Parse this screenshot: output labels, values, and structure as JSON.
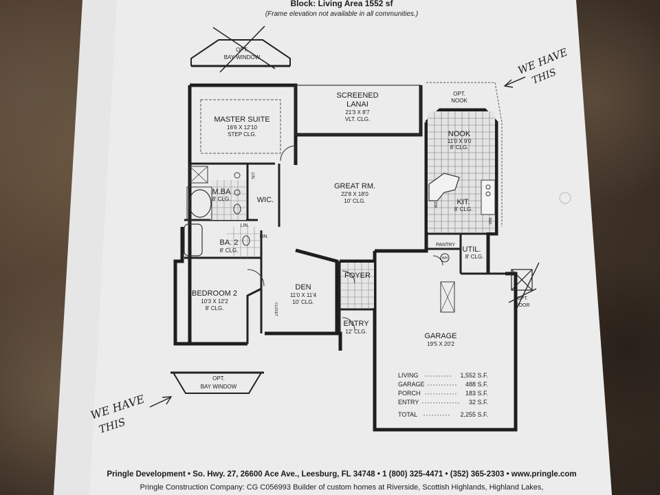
{
  "header": {
    "block_line": "Block: Living Area 1552 sf",
    "frame_note": "(Frame elevation not available in all communities.)"
  },
  "rooms": {
    "master_suite": {
      "name": "MASTER SUITE",
      "dims": "16'6 X 12'10",
      "ceiling": "STEP CLG."
    },
    "screened_lanai": {
      "name1": "SCREENED",
      "name2": "LANAI",
      "dims": "21'3 X 8'7",
      "ceiling": "VLT. CLG."
    },
    "opt_nook": {
      "line1": "OPT.",
      "line2": "NOOK"
    },
    "nook": {
      "name": "NOOK",
      "dims": "11'0 X 9'0",
      "ceiling": "8' CLG."
    },
    "great_rm": {
      "name": "GREAT RM.",
      "dims": "22'8 X 18'0",
      "ceiling": "10' CLG."
    },
    "mba": {
      "name": "M.BA",
      "ceiling": "8' CLG."
    },
    "wic": {
      "name": "WIC."
    },
    "kit": {
      "name": "KIT.",
      "ceiling": "8' CLG."
    },
    "ba2": {
      "name": "BA. 2",
      "ceiling": "8' CLG."
    },
    "lin1": "LIN.",
    "lin2": "LIN.",
    "lin3": "LIN.",
    "pantry": "PANTRY",
    "util": {
      "name": "UTIL.",
      "ceiling": "8' CLG."
    },
    "wh": "WH",
    "bedroom2": {
      "name": "BEDROOM 2",
      "dims": "10'3 X 12'2",
      "ceiling": "8' CLG."
    },
    "den": {
      "name": "DEN",
      "dims": "11'0 X 11'4",
      "ceiling": "10' CLG."
    },
    "foyer": {
      "name": "FOYER"
    },
    "entry": {
      "name": "ENTRY",
      "ceiling": "12' CLG."
    },
    "garage": {
      "name": "GARAGE",
      "dims": "19'5 X 20'2"
    },
    "closet": "CLOSET",
    "ref": "REF.",
    "dw": "DW"
  },
  "options": {
    "bay_top": {
      "line1": "OPT.",
      "line2": "BAY WINDOW"
    },
    "bay_bottom": {
      "line1": "OPT.",
      "line2": "BAY WINDOW"
    },
    "opt_door": {
      "line1": "OPT.",
      "line2": "DOOR"
    }
  },
  "area_table": {
    "rows": [
      {
        "label": "LIVING",
        "value": "1,552 S.F."
      },
      {
        "label": "GARAGE",
        "value": "488 S.F."
      },
      {
        "label": "PORCH",
        "value": "183 S.F."
      },
      {
        "label": "ENTRY",
        "value": "32 S.F."
      }
    ],
    "total": {
      "label": "TOTAL",
      "value": "2,255 S.F."
    }
  },
  "handwriting": {
    "note_top": {
      "line1": "WE HAVE",
      "line2": "THIS"
    },
    "note_bottom": {
      "line1": "WE HAVE",
      "line2": "THIS"
    }
  },
  "footer": {
    "line1": "Pringle Development • So. Hwy. 27, 26600 Ace Ave., Leesburg, FL 34748 • 1 (800) 325-4471 • (352) 365-2303 • www.pringle.com",
    "line2": "Pringle Construction Company: CG C056993 Builder of custom homes at Riverside, Scottish Highlands, Highland Lakes,"
  },
  "colors": {
    "paper": "#eeeeee",
    "ink": "#1a1a1a",
    "pen": "#222222"
  }
}
